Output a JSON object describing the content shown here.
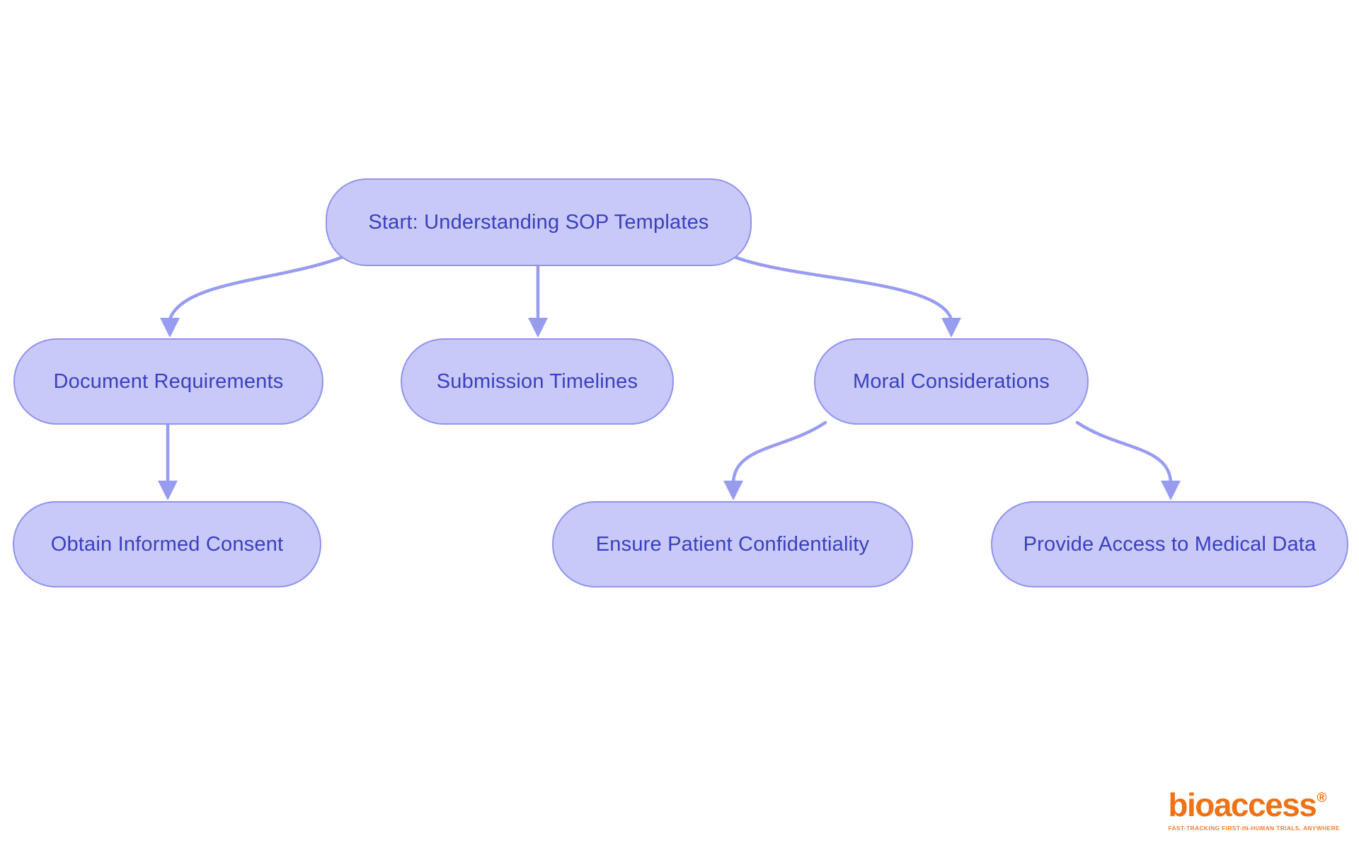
{
  "diagram_title": "SOP Templates flowchart",
  "colors": {
    "background": "#ffffff",
    "node_fill": "#c8c9f8",
    "node_border": "#8f93ee",
    "node_text": "#3a40be",
    "edge": "#989cf0",
    "logo_orange": "#ee7216",
    "tagline_orange": "#f0823b"
  },
  "nodes": {
    "start": {
      "label": "Start: Understanding SOP Templates"
    },
    "document_requirements": {
      "label": "Document Requirements"
    },
    "submission_timelines": {
      "label": "Submission Timelines"
    },
    "moral_considerations": {
      "label": "Moral Considerations"
    },
    "obtain_informed_consent": {
      "label": "Obtain Informed Consent"
    },
    "ensure_patient_confidentiality": {
      "label": "Ensure Patient Confidentiality"
    },
    "provide_access_to_medical_data": {
      "label": "Provide Access to Medical Data"
    }
  },
  "edges": [
    {
      "from": "start",
      "to": "document_requirements"
    },
    {
      "from": "start",
      "to": "submission_timelines"
    },
    {
      "from": "start",
      "to": "moral_considerations"
    },
    {
      "from": "document_requirements",
      "to": "obtain_informed_consent"
    },
    {
      "from": "moral_considerations",
      "to": "ensure_patient_confidentiality"
    },
    {
      "from": "moral_considerations",
      "to": "provide_access_to_medical_data"
    }
  ],
  "logo": {
    "brand": "bioaccess",
    "registered_mark": "®",
    "tagline": "FAST-TRACKING FIRST-IN-HUMAN TRIALS, ANYWHERE"
  }
}
